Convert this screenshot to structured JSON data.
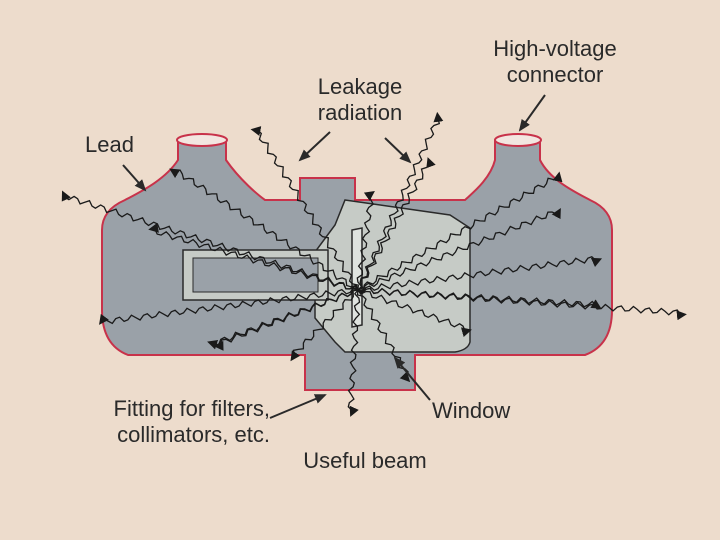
{
  "labels": {
    "high_voltage_line1": "High-voltage",
    "high_voltage_line2": "connector",
    "leakage_line1": "Leakage",
    "leakage_line2": "radiation",
    "lead": "Lead",
    "fitting_line1": "Fitting for filters,",
    "fitting_line2": "collimators, etc.",
    "window": "Window",
    "useful_beam": "Useful beam"
  },
  "colors": {
    "background": "#eddccc",
    "housing_fill": "#9aa1a8",
    "housing_outline": "#c8324a",
    "tube_fill": "#c6cbc6",
    "tube_outline": "#2a2a2a",
    "radiation": "#1a1a1a",
    "text": "#2a2a2a"
  }
}
